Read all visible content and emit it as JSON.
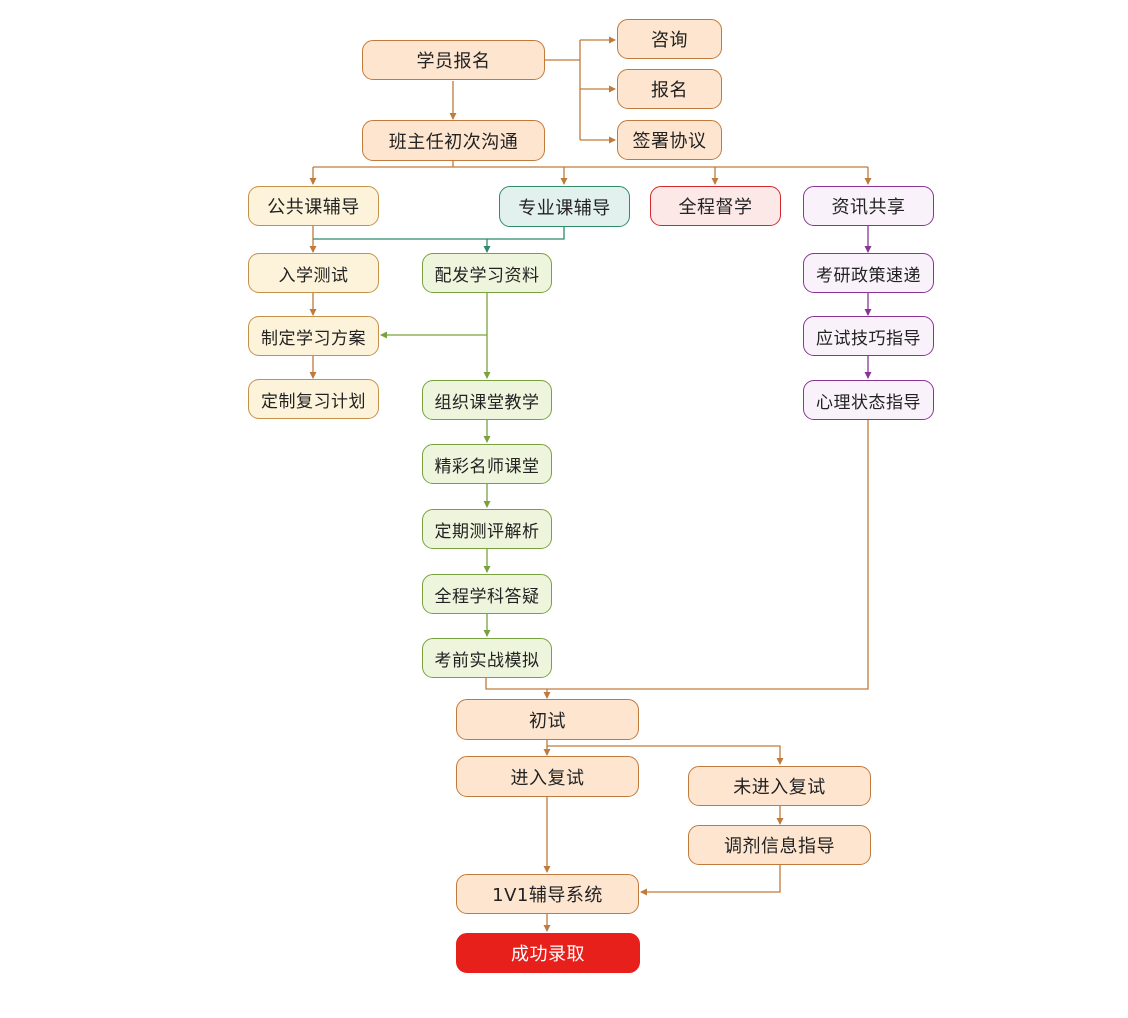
{
  "steps": {
    "enroll": "学员报名",
    "consult": "咨询",
    "register": "报名",
    "sign_agreement": "签署协议",
    "class_teacher": "班主任初次沟通",
    "public_course": "公共课辅导",
    "major_course": "专业课辅导",
    "supervision": "全程督学",
    "info_share": "资讯共享",
    "entrance_test": "入学测试",
    "make_plan": "制定学习方案",
    "custom_review": "定制复习计划",
    "materials": "配发学习资料",
    "classroom": "组织课堂教学",
    "famous_teacher": "精彩名师课堂",
    "periodic_test": "定期测评解析",
    "qa": "全程学科答疑",
    "mock_exam": "考前实战模拟",
    "policy_news": "考研政策速递",
    "exam_skills": "应试技巧指导",
    "mental_guide": "心理状态指导",
    "first_exam": "初试",
    "retest": "进入复试",
    "no_retest": "未进入复试",
    "adjust_guide": "调剂信息指导",
    "tutoring": "1V1辅导系统",
    "admitted": "成功录取"
  },
  "colors": {
    "orange_fill": "#fde5d0",
    "orange_border": "#c07a3c",
    "green_border": "#7aa13e",
    "violet_border": "#8a3596",
    "teal_border": "#2f8a6c",
    "red": "#e8201c"
  }
}
